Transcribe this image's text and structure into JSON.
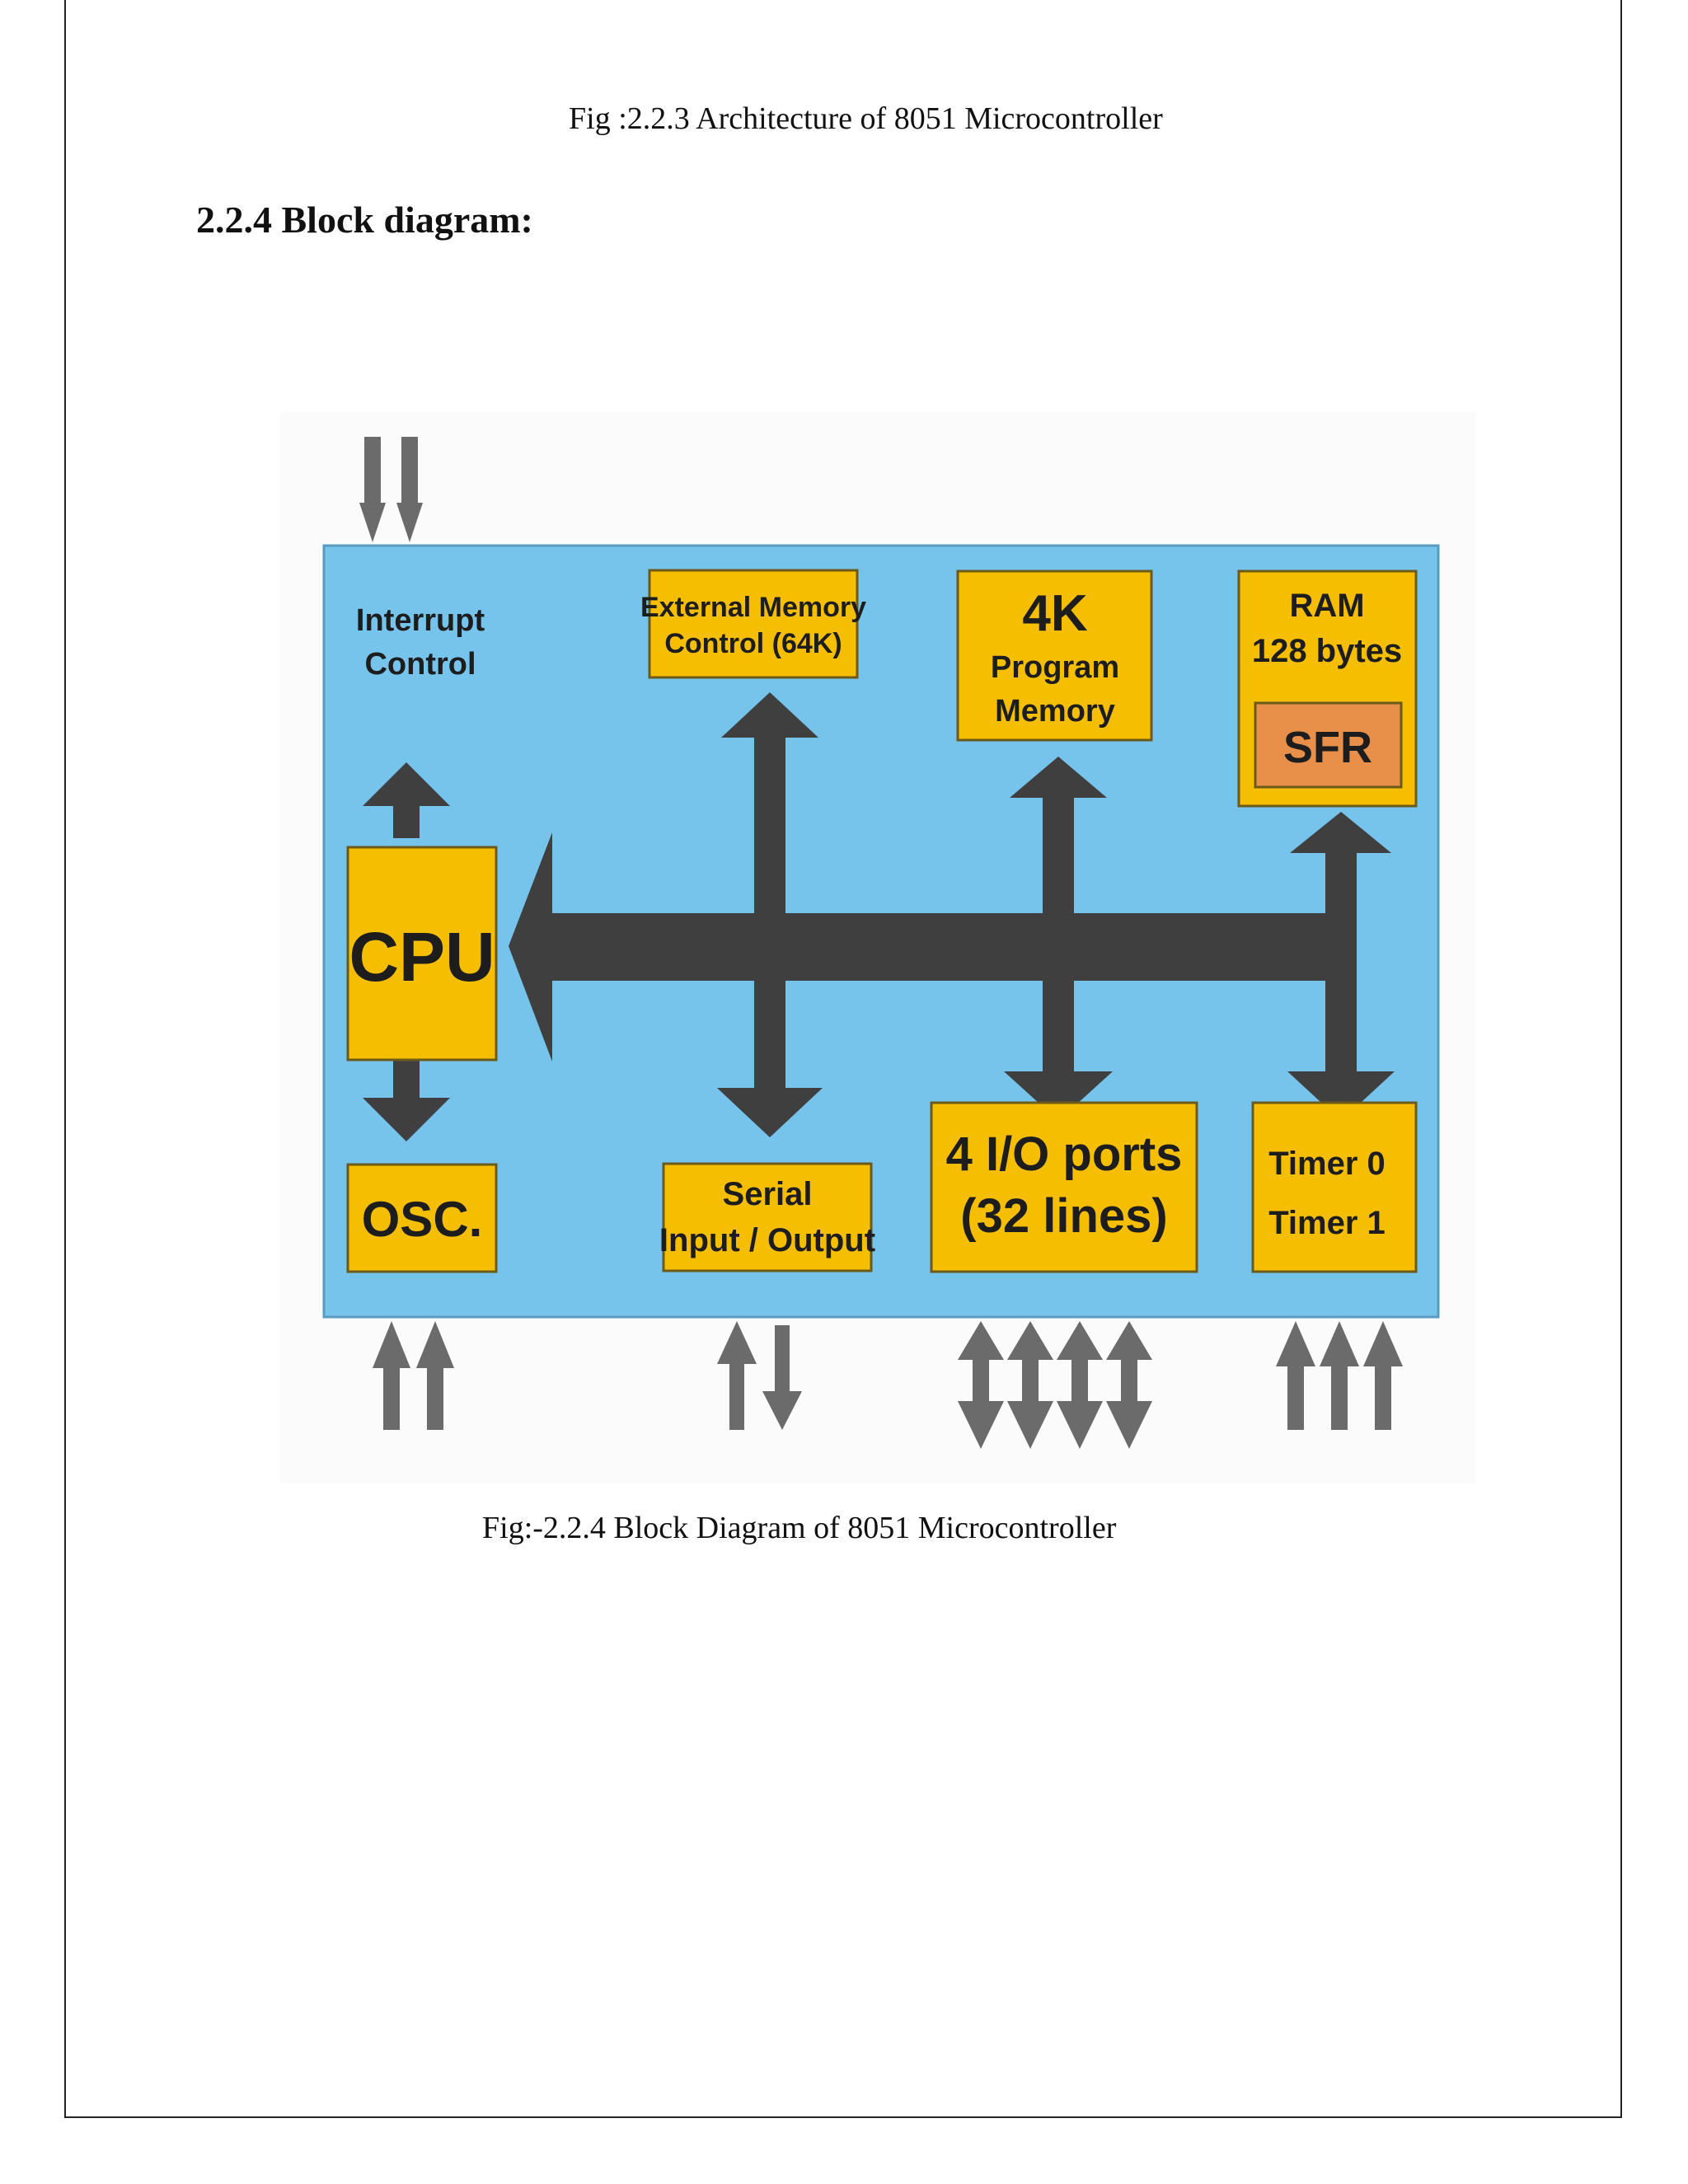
{
  "figure_top_caption": "Fig :2.2.3 Architecture of 8051 Microcontroller",
  "section_heading": "2.2.4 Block diagram:",
  "diagram": {
    "interrupt_control": [
      "Interrupt",
      "Control"
    ],
    "external_memory": [
      "External Memory",
      "Control (64K)"
    ],
    "program_memory": [
      "4K",
      "Program",
      "Memory"
    ],
    "ram": [
      "RAM",
      "128 bytes"
    ],
    "sfr": "SFR",
    "cpu": "CPU",
    "osc": "OSC.",
    "serial": [
      "Serial",
      "Input / Output"
    ],
    "io_ports": [
      "4 I/O ports",
      "(32 lines)"
    ],
    "timers": [
      "Timer 0",
      "Timer 1"
    ],
    "colors": {
      "board": "#76C3EC",
      "block": "#F5BE00",
      "sfr": "#E8904A",
      "arrow": "#3F3F3F",
      "external_arrow": "#6B6B6B"
    }
  },
  "figure_bottom_caption": "Fig:-2.2.4 Block Diagram of 8051 Microcontroller"
}
